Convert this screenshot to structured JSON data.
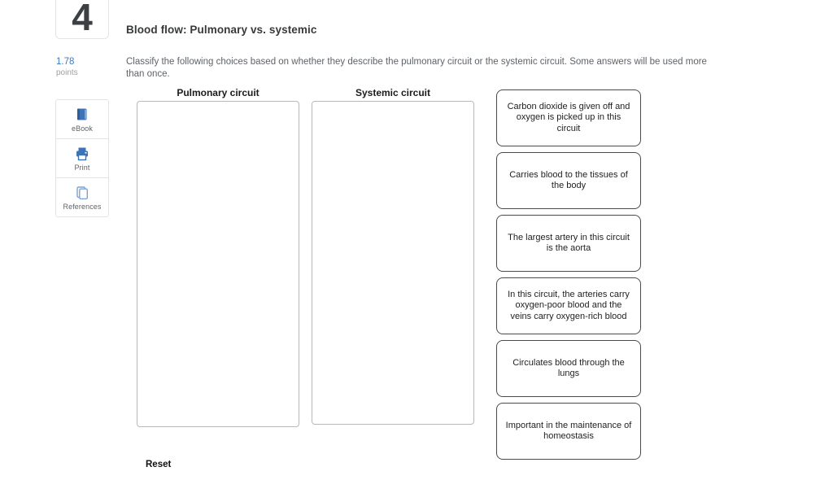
{
  "question": {
    "number": "4",
    "points_value": "1.78",
    "points_label": "points"
  },
  "sidebar": {
    "items": [
      {
        "label": "eBook",
        "icon": "ebook-icon"
      },
      {
        "label": "Print",
        "icon": "print-icon"
      },
      {
        "label": "References",
        "icon": "references-icon"
      }
    ]
  },
  "main": {
    "title": "Blood flow: Pulmonary vs. systemic",
    "instructions": "Classify the following choices based on whether they describe the pulmonary circuit or the systemic circuit. Some answers will be used more than once.",
    "dropzones": [
      {
        "label": "Pulmonary circuit"
      },
      {
        "label": "Systemic circuit"
      }
    ],
    "cards": [
      {
        "text": "Carbon dioxide is given off and oxygen is picked up in this circuit"
      },
      {
        "text": "Carries blood to the tissues of the body"
      },
      {
        "text": "The largest artery in this circuit is the aorta"
      },
      {
        "text": "In this circuit, the arteries carry oxygen-poor blood and the veins carry oxygen-rich blood"
      },
      {
        "text": "Circulates blood through the lungs"
      },
      {
        "text": "Important in the maintenance of homeostasis"
      }
    ],
    "reset_label": "Reset"
  },
  "colors": {
    "accent_blue": "#3d74b8",
    "points_blue": "#3f7ac1",
    "muted_gray": "#9aa0a6",
    "body_gray": "#5f6368",
    "title_dark": "#37393b",
    "card_border": "#4a4a4a",
    "zone_border": "#b6babd"
  }
}
